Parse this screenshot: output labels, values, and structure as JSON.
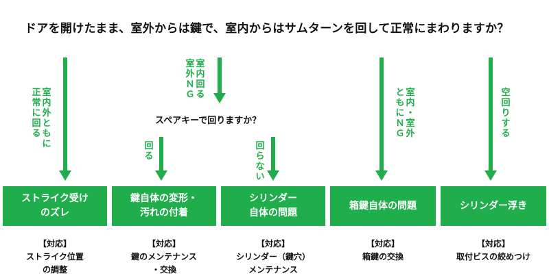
{
  "question": "ドアを開けたまま、室外からは鍵で、室内からはサムターンを回して正常にまわりますか？",
  "sub_question": "スペアキーで回りますか？",
  "branch_labels": {
    "b1": [
      "室内外ともに",
      "正常に回る"
    ],
    "b2": [
      "室内回る",
      "室外ＮＧ"
    ],
    "b3": [
      "室内・室外",
      "ともにＮＧ"
    ],
    "b4": [
      "空回りする"
    ],
    "sub_yes": [
      "回る"
    ],
    "sub_no": [
      "回らない"
    ]
  },
  "boxes": [
    {
      "line1": "ストライク受け",
      "line2": "のズレ"
    },
    {
      "line1": "鍵自体の変形・",
      "line2": "汚れの付着"
    },
    {
      "line1": "シリンダー",
      "line2": "自体の問題"
    },
    {
      "line1": "箱鍵自体の問題",
      "line2": ""
    },
    {
      "line1": "シリンダー浮き",
      "line2": ""
    }
  ],
  "responses": [
    {
      "header": "【対応】",
      "line1": "ストライク位置",
      "line2": "の調整"
    },
    {
      "header": "【対応】",
      "line1": "鍵のメンテナンス",
      "line2": "・交換"
    },
    {
      "header": "【対応】",
      "line1": "シリンダー（鍵穴）",
      "line2": "メンテナンス"
    },
    {
      "header": "【対応】",
      "line1": "箱鍵の交換",
      "line2": ""
    },
    {
      "header": "【対応】",
      "line1": "取付ビスの絞めつけ",
      "line2": ""
    }
  ],
  "colors": {
    "accent": "#1fae4b",
    "text": "#111111",
    "box_text": "#ffffff"
  }
}
